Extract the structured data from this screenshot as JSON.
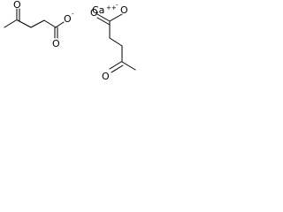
{
  "atoms": {
    "left_ketone_oxygen": "O",
    "left_carboxylate_oxygen": "O",
    "left_carboxylate_oxygen_charge": "-",
    "left_carbonyl_oxygen": "O",
    "calcium": "Ca",
    "calcium_charge": "++",
    "right_carboxylate_oxygen": "O",
    "right_carboxylate_oxygen_charge": "-",
    "right_carbonyl_oxygen": "O",
    "right_ketone_oxygen": "O"
  },
  "colors": {
    "bond": "#000000",
    "text": "#000000",
    "background": "#ffffff"
  }
}
